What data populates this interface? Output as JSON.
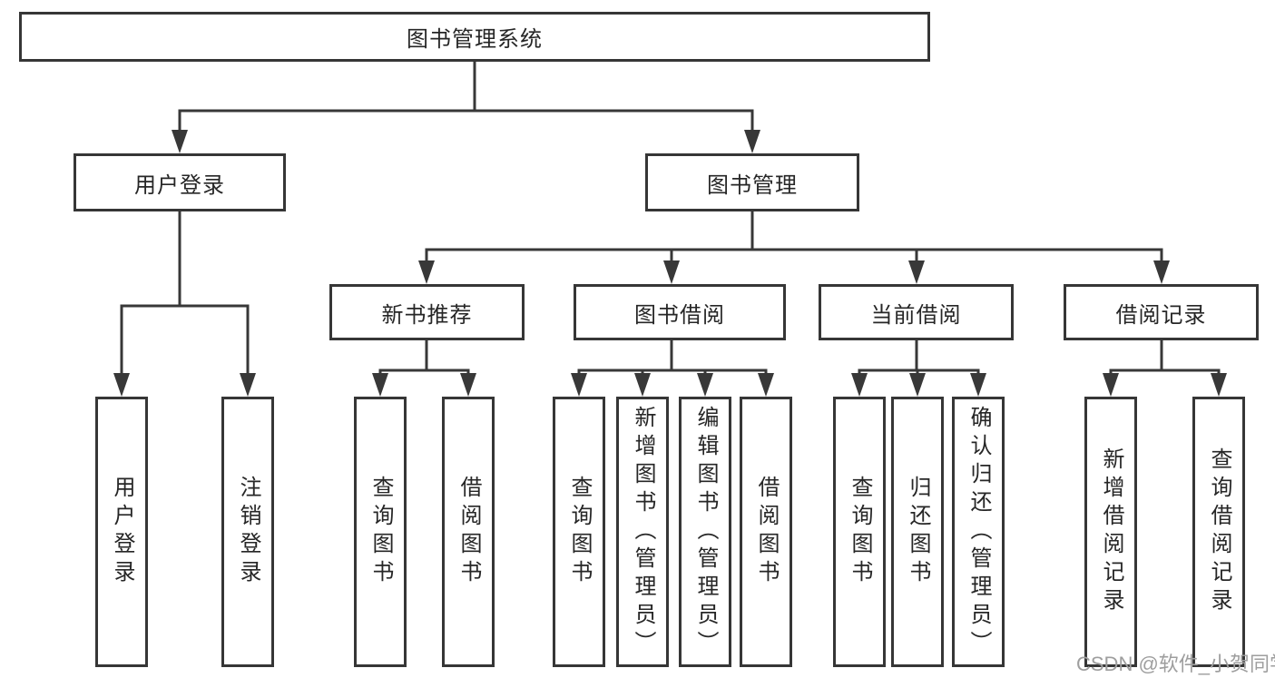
{
  "nodes": {
    "root": "图书管理系统",
    "user_login": "用户登录",
    "book_mgmt": "图书管理",
    "new_book_rec": "新书推荐",
    "book_borrow": "图书借阅",
    "current_borrow": "当前借阅",
    "borrow_record": "借阅记录",
    "ul_user_login": "用户登录",
    "ul_logout": "注销登录",
    "nb_query_book": "查询图书",
    "nb_borrow_book": "借阅图书",
    "bb_query_book": "查询图书",
    "bb_add_book": "新增图书（管理员）",
    "bb_edit_book": "编辑图书（管理员）",
    "bb_borrow_book": "借阅图书",
    "cb_query_book": "查询图书",
    "cb_return_book": "归还图书",
    "cb_confirm_return": "确认归还（管理员）",
    "br_add_record": "新增借阅记录",
    "br_query_record": "查询借阅记录"
  },
  "edges": [
    [
      "root",
      "user_login"
    ],
    [
      "root",
      "book_mgmt"
    ],
    [
      "user_login",
      "ul_user_login"
    ],
    [
      "user_login",
      "ul_logout"
    ],
    [
      "book_mgmt",
      "new_book_rec"
    ],
    [
      "book_mgmt",
      "book_borrow"
    ],
    [
      "book_mgmt",
      "current_borrow"
    ],
    [
      "book_mgmt",
      "borrow_record"
    ],
    [
      "new_book_rec",
      "nb_query_book"
    ],
    [
      "new_book_rec",
      "nb_borrow_book"
    ],
    [
      "book_borrow",
      "bb_query_book"
    ],
    [
      "book_borrow",
      "bb_add_book"
    ],
    [
      "book_borrow",
      "bb_edit_book"
    ],
    [
      "book_borrow",
      "bb_borrow_book"
    ],
    [
      "current_borrow",
      "cb_query_book"
    ],
    [
      "current_borrow",
      "cb_return_book"
    ],
    [
      "current_borrow",
      "cb_confirm_return"
    ],
    [
      "borrow_record",
      "br_add_record"
    ],
    [
      "borrow_record",
      "br_query_record"
    ]
  ],
  "watermark": "CSDN @软件_小贺同学",
  "colors": {
    "line": "#383838",
    "box_border": "#363636",
    "text": "#262626",
    "watermark": "#9e9e9e",
    "background": "#ffffff"
  }
}
